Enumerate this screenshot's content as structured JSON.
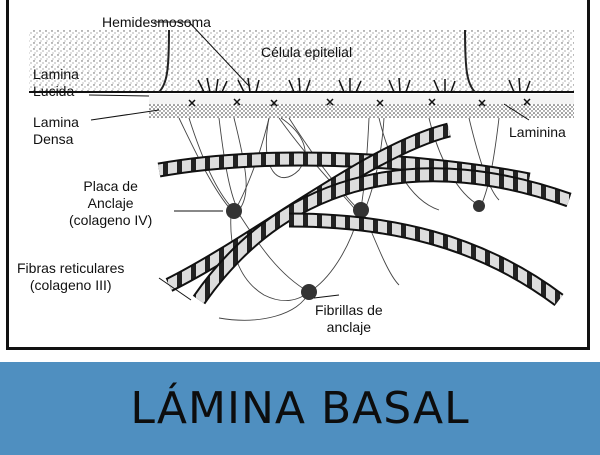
{
  "diagram": {
    "labels": {
      "hemidesmosoma": "Hemidesmosoma",
      "celula_epitelial": "Célula epitelial",
      "lamina_lucida_1": "Lamina",
      "lamina_lucida_2": "Lucida",
      "lamina_densa_1": "Lamina",
      "lamina_densa_2": "Densa",
      "laminina": "Laminina",
      "placa_1": "Placa de",
      "placa_2": "Anclaje",
      "placa_3": "(colageno IV)",
      "fibras_1": "Fibras reticulares",
      "fibras_2": "(colageno III)",
      "fibrillas_1": "Fibrillas de",
      "fibrillas_2": "anclaje"
    }
  },
  "banner": {
    "title": "LÁMINA BASAL",
    "background": "#4f8fc0"
  }
}
